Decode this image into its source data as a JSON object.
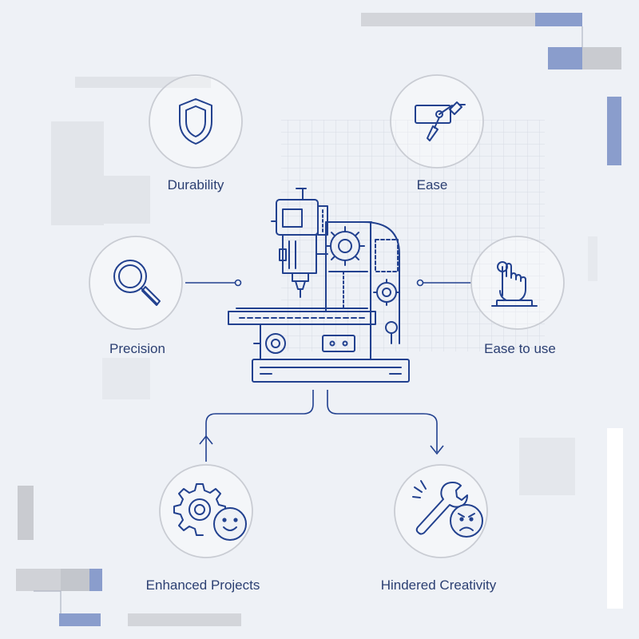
{
  "features": {
    "durability": {
      "label": "Durability",
      "icon": "shield-icon"
    },
    "ease": {
      "label": "Ease",
      "icon": "lever-handle-icon"
    },
    "precision": {
      "label": "Precision",
      "icon": "magnifier-icon"
    },
    "ease_to_use": {
      "label": "Ease to use",
      "icon": "hand-pointer-icon"
    },
    "enhanced_projects": {
      "label": "Enhanced Projects",
      "icon": "gear-smiley-icon"
    },
    "hindered_creativity": {
      "label": "Hindered Creativity",
      "icon": "wrench-angry-icon"
    }
  },
  "center": {
    "icon": "milling-machine-icon"
  },
  "colors": {
    "line": "#22418f",
    "text": "#2b3f72",
    "circle_border": "#c9ccd3",
    "background": "#eef1f6",
    "accent_block": "#8a9dcc",
    "grey_block": "#c9cbd0"
  }
}
